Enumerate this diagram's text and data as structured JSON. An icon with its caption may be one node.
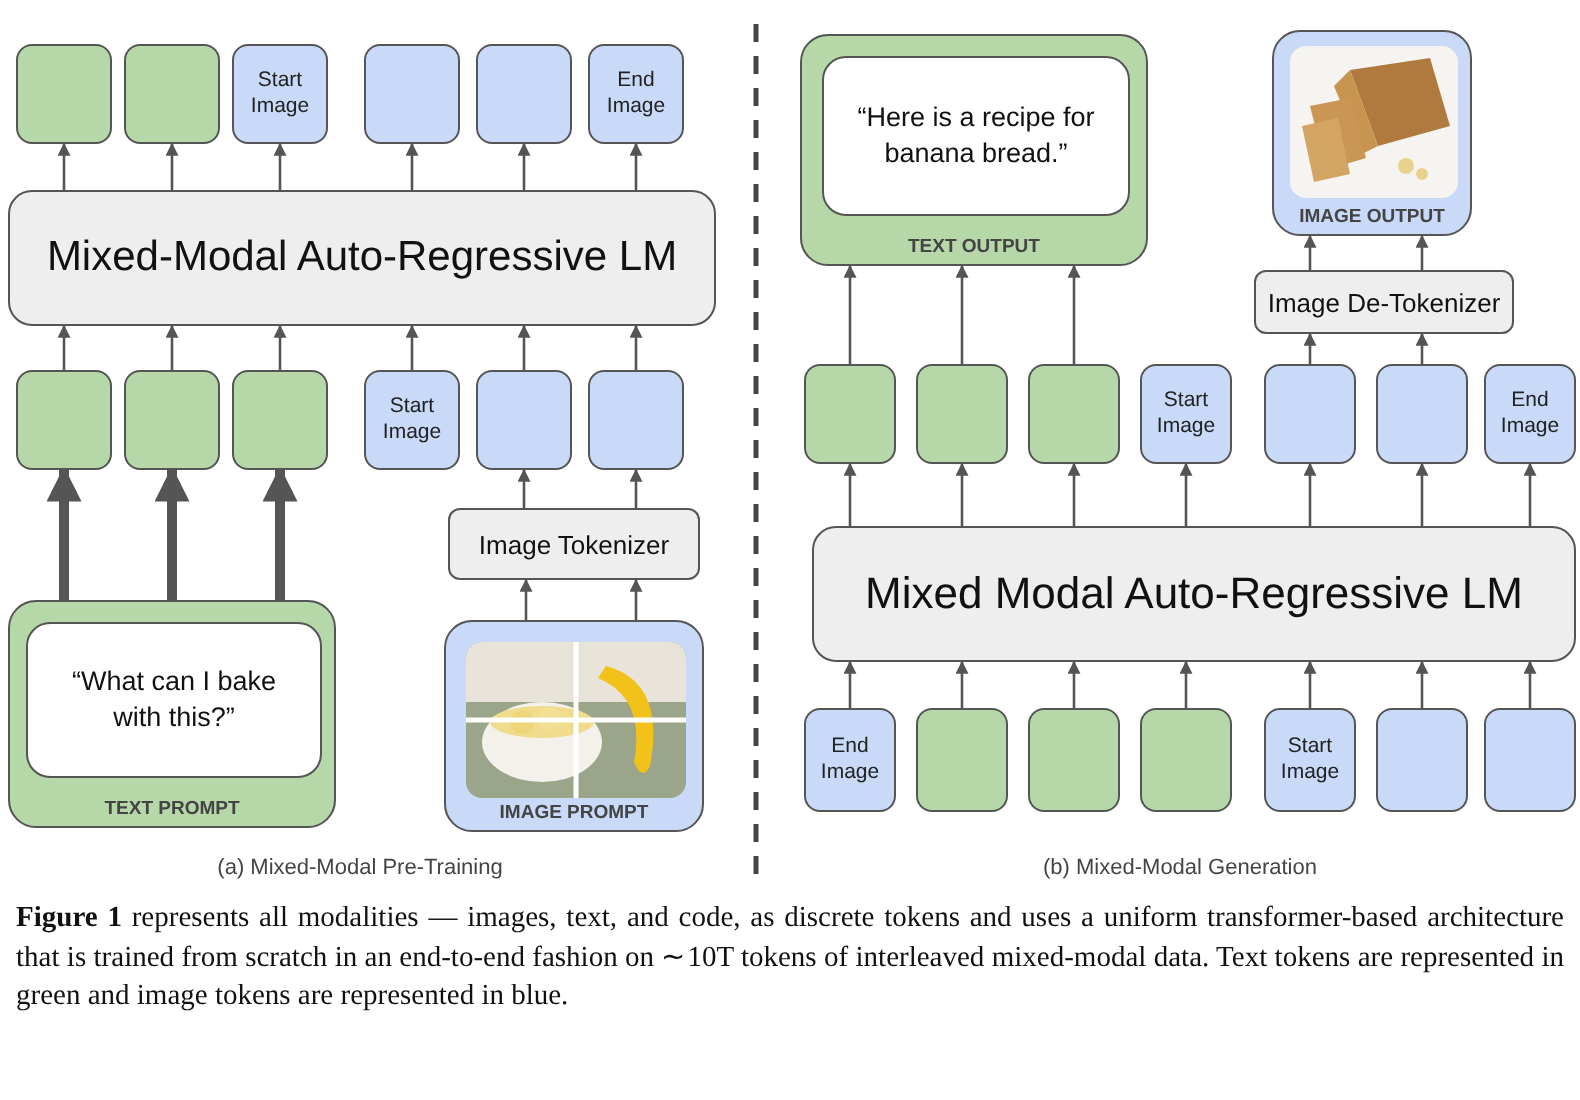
{
  "diagram": {
    "nodes": [
      {
        "text": [
          "Mixed-Modal Auto-Regressive LM"
        ]
      },
      {
        "text": [],
        "shape": "box"
      },
      {
        "text": [],
        "shape": "box"
      },
      {
        "text": [
          "Start Image"
        ]
      },
      {
        "text": [],
        "shape": "box"
      },
      {
        "text": [],
        "shape": "box"
      },
      {
        "text": [
          "End Image"
        ]
      },
      {
        "text": [],
        "shape": "box"
      },
      {
        "text": [],
        "shape": "box"
      },
      {
        "text": [],
        "shape": "box"
      },
      {
        "text": [
          "Start Image"
        ]
      },
      {
        "text": [],
        "shape": "box"
      },
      {
        "text": [],
        "shape": "box"
      },
      {
        "text": [
          "Image Tokenizer"
        ]
      },
      {
        "text": [
          "TEXT PROMPT"
        ]
      },
      {
        "text": [
          "“What can I bake with this?”"
        ],
        "in": 14
      },
      {
        "text": [
          "IMAGE PROMPT"
        ]
      },
      {
        "text": [],
        "shape": "picture",
        "in": 16
      },
      {
        "text": [
          "TEXT OUTPUT"
        ]
      },
      {
        "text": [
          "“Here is a recipe for banana bread.”"
        ],
        "in": 18
      },
      {
        "text": [
          "IMAGE OUTPUT"
        ]
      },
      {
        "text": [],
        "shape": "picture",
        "in": 20
      },
      {
        "text": [
          "Image De-Tokenizer"
        ]
      },
      {
        "text": [],
        "shape": "box"
      },
      {
        "text": [],
        "shape": "box"
      },
      {
        "text": [],
        "shape": "box"
      },
      {
        "text": [
          "Start Image"
        ]
      },
      {
        "text": [],
        "shape": "box"
      },
      {
        "text": [],
        "shape": "box"
      },
      {
        "text": [
          "End Image"
        ]
      },
      {
        "text": [
          "Mixed Modal Auto-Regressive LM"
        ]
      },
      {
        "text": [
          "End Image"
        ]
      },
      {
        "text": [],
        "shape": "box"
      },
      {
        "text": [],
        "shape": "box"
      },
      {
        "text": [],
        "shape": "box"
      },
      {
        "text": [
          "Start Image"
        ]
      },
      {
        "text": [],
        "shape": "box"
      },
      {
        "text": [],
        "shape": "box"
      }
    ],
    "edges": [
      {
        "from": 0,
        "to": 1,
        "arrow": "to"
      },
      {
        "from": 0,
        "to": 2,
        "arrow": "to"
      },
      {
        "from": 0,
        "to": 3,
        "arrow": "to"
      },
      {
        "from": 0,
        "to": 4,
        "arrow": "to"
      },
      {
        "from": 0,
        "to": 5,
        "arrow": "to"
      },
      {
        "from": 0,
        "to": 6,
        "arrow": "to"
      },
      {
        "from": 7,
        "to": 0,
        "arrow": "to"
      },
      {
        "from": 8,
        "to": 0,
        "arrow": "to"
      },
      {
        "from": 9,
        "to": 0,
        "arrow": "to"
      },
      {
        "from": 10,
        "to": 0,
        "arrow": "to"
      },
      {
        "from": 11,
        "to": 0,
        "arrow": "to"
      },
      {
        "from": 12,
        "to": 0,
        "arrow": "to"
      },
      {
        "from": 14,
        "to": 7,
        "arrow": "to",
        "style": "thick"
      },
      {
        "from": 14,
        "to": 8,
        "arrow": "to",
        "style": "thick"
      },
      {
        "from": 14,
        "to": 9,
        "arrow": "to",
        "style": "thick"
      },
      {
        "from": 13,
        "to": 11,
        "arrow": "to"
      },
      {
        "from": 13,
        "to": 12,
        "arrow": "to"
      },
      {
        "from": 16,
        "to": 13,
        "arrow": "to"
      },
      {
        "from": 16,
        "to": 13,
        "arrow": "to"
      },
      {
        "from": 30,
        "to": 23,
        "arrow": "to"
      },
      {
        "from": 30,
        "to": 24,
        "arrow": "to"
      },
      {
        "from": 30,
        "to": 25,
        "arrow": "to"
      },
      {
        "from": 30,
        "to": 26,
        "arrow": "to"
      },
      {
        "from": 30,
        "to": 27,
        "arrow": "to"
      },
      {
        "from": 30,
        "to": 28,
        "arrow": "to"
      },
      {
        "from": 30,
        "to": 29,
        "arrow": "to"
      },
      {
        "from": 23,
        "to": 18,
        "arrow": "to"
      },
      {
        "from": 24,
        "to": 18,
        "arrow": "to"
      },
      {
        "from": 25,
        "to": 18,
        "arrow": "to"
      },
      {
        "from": 27,
        "to": 22,
        "arrow": "to"
      },
      {
        "from": 28,
        "to": 22,
        "arrow": "to"
      },
      {
        "from": 22,
        "to": 20,
        "arrow": "to"
      },
      {
        "from": 22,
        "to": 20,
        "arrow": "to"
      },
      {
        "from": 31,
        "to": 30,
        "arrow": "to"
      },
      {
        "from": 32,
        "to": 30,
        "arrow": "to"
      },
      {
        "from": 33,
        "to": 30,
        "arrow": "to"
      },
      {
        "from": 34,
        "to": 30,
        "arrow": "to"
      },
      {
        "from": 35,
        "to": 30,
        "arrow": "to"
      },
      {
        "from": 36,
        "to": 30,
        "arrow": "to"
      },
      {
        "from": 37,
        "to": 30,
        "arrow": "to"
      }
    ],
    "labels": [
      "(a) Mixed-Modal Pre-Training",
      "(b) Mixed-Modal Generation",
      "**Figure 1** represents all modalities — images, text, and code, as discrete tokens and uses a uniform transformer-based architecture that is trained from scratch in an end-to-end fashion on ∼10T tokens of interleaved mixed-modal data. Text tokens are represented in green and image tokens are represented in blue."
    ]
  }
}
